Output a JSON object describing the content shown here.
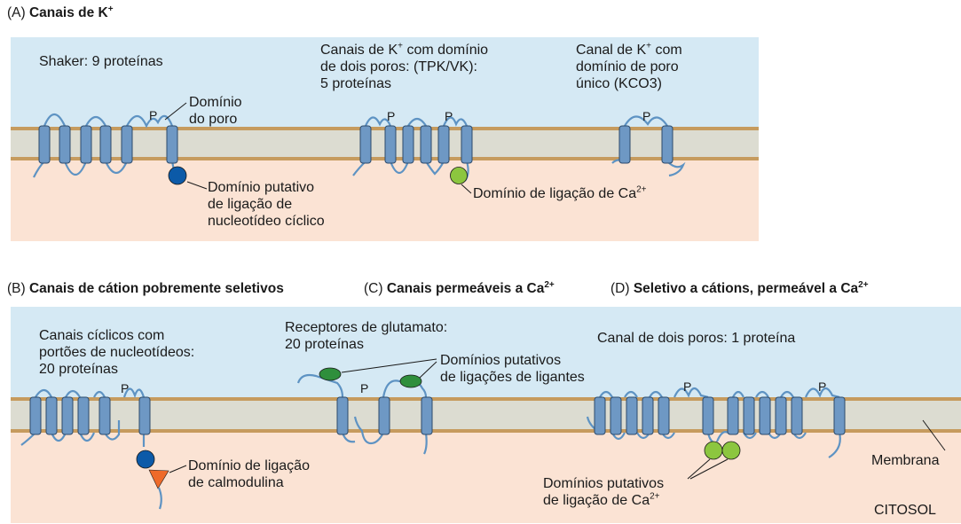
{
  "panel_a": {
    "heading_letter": "(A)",
    "heading_title": "Canais de K",
    "heading_sup": "+",
    "shaker_label": "Shaker: 9 proteínas",
    "pore_domain_line1": "Domínio",
    "pore_domain_line2": "do poro",
    "tpk_line1_a": "Canais de K",
    "tpk_line1_sup": "+",
    "tpk_line1_b": " com domínio",
    "tpk_line2": "de dois poros: (TPK/VK):",
    "tpk_line3": "5 proteínas",
    "kco3_line1_a": "Canal de K",
    "kco3_line1_sup": "+",
    "kco3_line1_b": " com",
    "kco3_line2": "domínio de poro",
    "kco3_line3": "único (KCO3)",
    "cnbd_line1": "Domínio putativo",
    "cnbd_line2": "de ligação de",
    "cnbd_line3": "nucleotídeo cíclico",
    "ca_binding_a": "Domínio de ligação de Ca",
    "ca_binding_sup": "2+"
  },
  "panel_b": {
    "heading_letter": "(B)",
    "heading_title": "Canais de cátion pobremente seletivos",
    "cng_line1": "Canais cíclicos com",
    "cng_line2": "portões de nucleotídeos:",
    "cng_line3": "20 proteínas",
    "cam_line1": "Domínio de ligação",
    "cam_line2": "de calmodulina"
  },
  "panel_c": {
    "heading_letter": "(C)",
    "heading_title": "Canais permeáveis a Ca",
    "heading_sup": "2+",
    "glu_line1": "Receptores de glutamato:",
    "glu_line2": "20 proteínas",
    "ligand_line1": "Domínios putativos",
    "ligand_line2": "de ligações de ligantes"
  },
  "panel_d": {
    "heading_letter": "(D)",
    "heading_title": "Seletivo a cátions, permeável a Ca",
    "heading_sup": "2+",
    "tpc_label": "Canal de dois poros: 1 proteína",
    "ca_domains_line1": "Domínios putativos",
    "ca_domains_line2_a": "de ligação de  Ca",
    "ca_domains_line2_sup": "2+",
    "membrane_label": "Membrana",
    "cytosol_label": "CITOSOL"
  },
  "pore_marker": "P",
  "colors": {
    "extracellular": "#d5e9f4",
    "cytosol": "#fbe3d4",
    "membrane_core": "#dcdcd1",
    "membrane_edge": "#c69b5e",
    "helix_fill": "#6e98c4",
    "loop": "#5e93c3",
    "cnbd_blue": "#0c5aa8",
    "calcium_green": "#8cc63f",
    "ligand_green": "#2f8f3c",
    "calmodulin_orange": "#ee6a2a"
  }
}
